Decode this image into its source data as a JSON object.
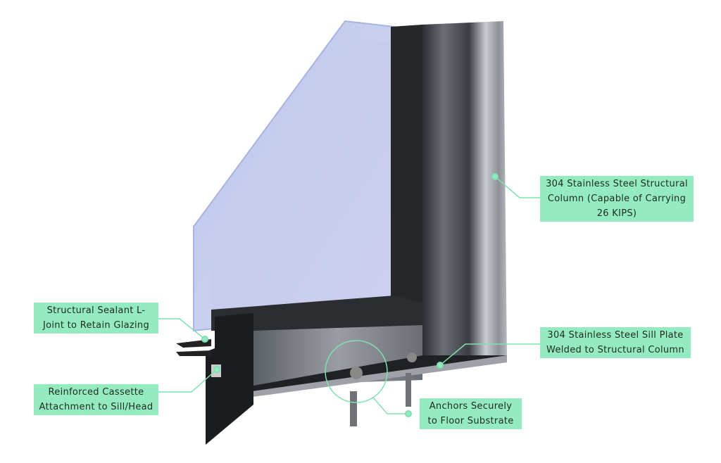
{
  "callouts": {
    "sealant": {
      "line1": "Structural Sealant L-",
      "line2": "Joint to Retain Glazing"
    },
    "cassette": {
      "line1": "Reinforced Cassette",
      "line2": "Attachment to Sill/Head"
    },
    "column": {
      "line1": "304 Stainless Steel Structural",
      "line2": "Column (Capable of Carrying",
      "line3": "26 KIPS)"
    },
    "sill_plate": {
      "line1": "304 Stainless Steel Sill Plate",
      "line2": "Welded to Structural Column"
    },
    "anchors": {
      "line1": "Anchors Securely",
      "line2": "to Floor Substrate"
    }
  },
  "colors": {
    "callout": "#95ebc0",
    "leader": "#7fe0b0"
  }
}
